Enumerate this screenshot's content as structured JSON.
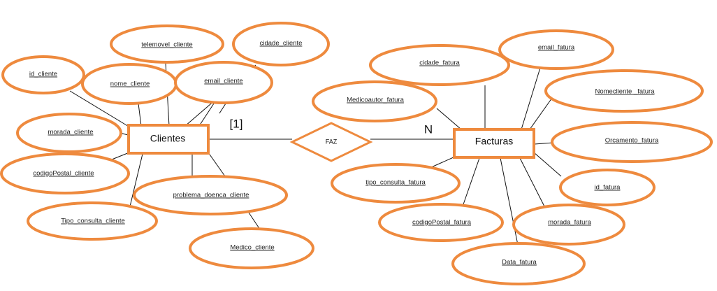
{
  "colors": {
    "shape_stroke": "#ee8a3e",
    "line": "#111111",
    "text": "#222222"
  },
  "entities": {
    "clientes": "Clientes",
    "facturas": "Facturas"
  },
  "relationship": {
    "label": "FAZ"
  },
  "cardinality": {
    "left": "[1]",
    "right": "N"
  },
  "clientes_attributes": {
    "telemovel": "telemovel_cliente",
    "cidade": "cidade_cliente",
    "id": "id_cliente",
    "nome": "nome_cliente",
    "email": "email_cliente",
    "morada": "morada_cliente",
    "codigo_postal": "codigoPostal_cliente",
    "problema_doenca": "problema_doenca_cliente",
    "tipo_consulta": "Tipo_consulta_cliente",
    "medico": "Medico_cliente"
  },
  "facturas_attributes": {
    "cidade": "cidade_fatura",
    "email": "email_fatura",
    "medicoautor": "Medicoautor_fatura",
    "nomecliente": "Nomecliente _fatura",
    "orcamento": "Orcamento_fatura",
    "tipo_consulta": "tipo_consulta_fatura",
    "id": "id_fatura",
    "codigo_postal": "codigoPostal_fatura",
    "morada": "morada_fatura",
    "data": "Data_fatura"
  }
}
